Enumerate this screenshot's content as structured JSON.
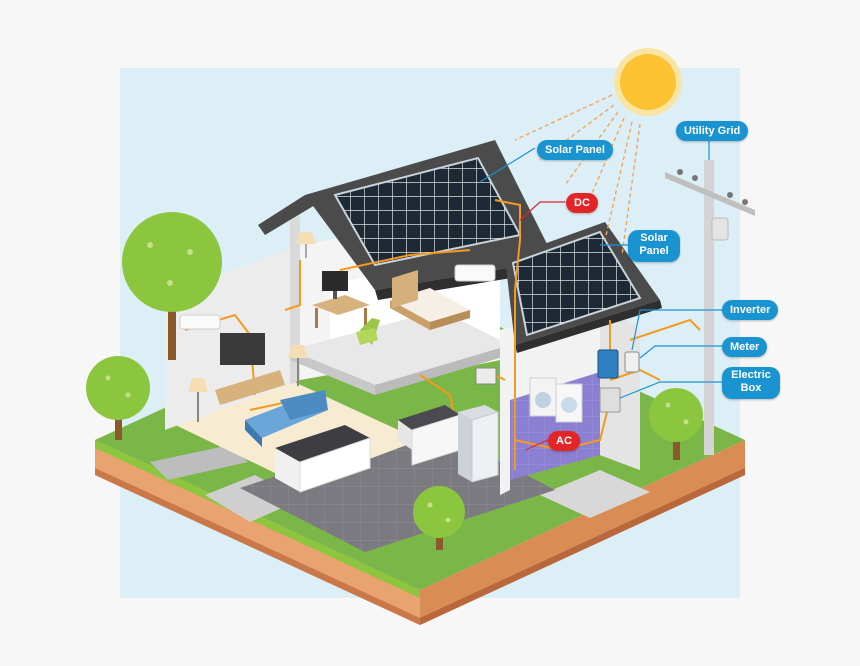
{
  "labels": {
    "utility_grid": "Utility Grid",
    "solar_panel_main": "Solar Panel",
    "dc": "DC",
    "solar_panel_secondary": "Solar Panel",
    "inverter": "Inverter",
    "meter": "Meter",
    "electric_box": "Electric Box",
    "ac": "AC"
  },
  "colors": {
    "label_blue": "#1a93d1",
    "label_red": "#e32528",
    "wire_orange": "#f39a1f",
    "sun": "#fcc232",
    "grass": "#8cc63f",
    "soil": "#e9a36f"
  }
}
